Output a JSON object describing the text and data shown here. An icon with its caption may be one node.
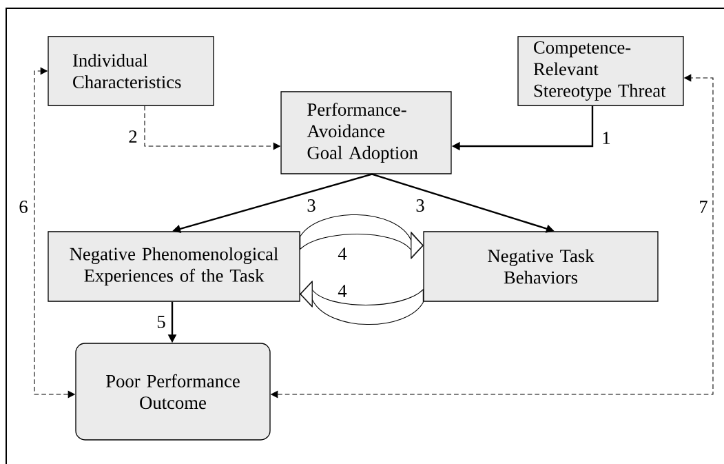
{
  "diagram": {
    "nodes": [
      {
        "text": [
          "Individual Characteristics"
        ]
      },
      {
        "text": [
          "Performance-Avoidance Goal Adoption"
        ]
      },
      {
        "text": [
          "Competence-Relevant Stereotype Threat"
        ]
      },
      {
        "text": [
          "Negative Phenomenological Experiences of the Task"
        ]
      },
      {
        "text": [
          "Negative Task Behaviors"
        ]
      },
      {
        "text": [
          "Poor Performance Outcome"
        ]
      }
    ],
    "edges": [
      {
        "from": 2,
        "to": 1,
        "arrow": "to",
        "label": "1"
      },
      {
        "from": 0,
        "to": 1,
        "arrow": "to",
        "label": "2",
        "style": "dashed"
      },
      {
        "from": 1,
        "to": 3,
        "arrow": "to",
        "label": "3"
      },
      {
        "from": 1,
        "to": 4,
        "arrow": "to",
        "label": "3"
      },
      {
        "from": 3,
        "to": 4,
        "arrow": "to",
        "label": "4"
      },
      {
        "from": 4,
        "to": 3,
        "arrow": "to",
        "label": "4"
      },
      {
        "from": 3,
        "to": 5,
        "arrow": "to",
        "label": "5"
      },
      {
        "from": 5,
        "to": 0,
        "arrow": "both",
        "label": "6",
        "style": "dashed"
      },
      {
        "from": 5,
        "to": 2,
        "arrow": "both",
        "label": "7",
        "style": "dashed"
      }
    ]
  }
}
